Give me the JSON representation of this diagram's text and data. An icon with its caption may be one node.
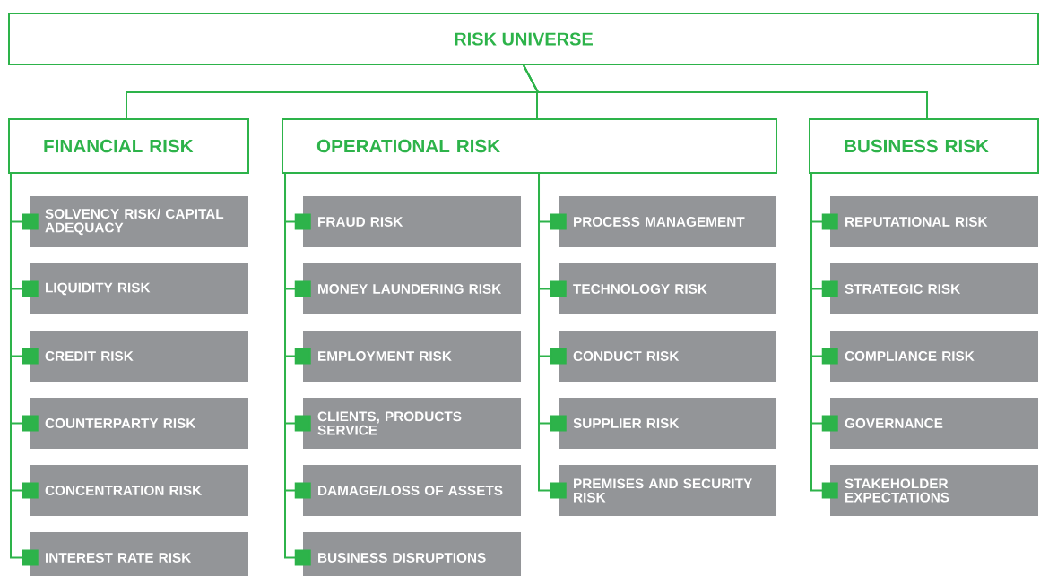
{
  "diagram": {
    "nodes": [
      {
        "text": [
          "RISK UNIVERSE"
        ]
      },
      {
        "text": [
          "FINANCIAL RISK"
        ]
      },
      {
        "text": [
          "SOLVENCY RISK/ CAPITAL ADEQUACY"
        ]
      },
      {
        "text": [
          "LIQUIDITY RISK"
        ]
      },
      {
        "text": [
          "CREDIT RISK"
        ]
      },
      {
        "text": [
          "COUNTERPARTY RISK"
        ]
      },
      {
        "text": [
          "CONCENTRATION RISK"
        ]
      },
      {
        "text": [
          "INTEREST RATE RISK"
        ]
      },
      {
        "text": [
          "OPERATIONAL RISK"
        ]
      },
      {
        "text": [
          "FRAUD RISK"
        ]
      },
      {
        "text": [
          "MONEY LAUNDERING RISK"
        ]
      },
      {
        "text": [
          "EMPLOYMENT RISK"
        ]
      },
      {
        "text": [
          "CLIENTS, PRODUCTS SERVICE"
        ]
      },
      {
        "text": [
          "DAMAGE/LOSS OF ASSETS"
        ]
      },
      {
        "text": [
          "BUSINESS DISRUPTIONS"
        ]
      },
      {
        "text": [
          "PROCESS MANAGEMENT"
        ]
      },
      {
        "text": [
          "TECHNOLOGY RISK"
        ]
      },
      {
        "text": [
          "CONDUCT RISK"
        ]
      },
      {
        "text": [
          "SUPPLIER RISK"
        ]
      },
      {
        "text": [
          "PREMISES AND SECURITY RISK"
        ]
      },
      {
        "text": [
          "BUSINESS RISK"
        ]
      },
      {
        "text": [
          "REPUTATIONAL RISK"
        ]
      },
      {
        "text": [
          "STRATEGIC RISK"
        ]
      },
      {
        "text": [
          "COMPLIANCE RISK"
        ]
      },
      {
        "text": [
          "GOVERNANCE"
        ]
      },
      {
        "text": [
          "STAKEHOLDER EXPECTATIONS"
        ]
      }
    ],
    "edges": [
      {
        "from": 0,
        "to": 1,
        "arrow": "none"
      },
      {
        "from": 0,
        "to": 8,
        "arrow": "none"
      },
      {
        "from": 0,
        "to": 20,
        "arrow": "none"
      },
      {
        "from": 1,
        "to": 2,
        "arrow": "other"
      },
      {
        "from": 1,
        "to": 3,
        "arrow": "other"
      },
      {
        "from": 1,
        "to": 4,
        "arrow": "other"
      },
      {
        "from": 1,
        "to": 5,
        "arrow": "other"
      },
      {
        "from": 1,
        "to": 6,
        "arrow": "other"
      },
      {
        "from": 1,
        "to": 7,
        "arrow": "other"
      },
      {
        "from": 8,
        "to": 9,
        "arrow": "other"
      },
      {
        "from": 8,
        "to": 10,
        "arrow": "other"
      },
      {
        "from": 8,
        "to": 11,
        "arrow": "other"
      },
      {
        "from": 8,
        "to": 12,
        "arrow": "other"
      },
      {
        "from": 8,
        "to": 13,
        "arrow": "other"
      },
      {
        "from": 8,
        "to": 14,
        "arrow": "other"
      },
      {
        "from": 8,
        "to": 15,
        "arrow": "other"
      },
      {
        "from": 8,
        "to": 16,
        "arrow": "other"
      },
      {
        "from": 8,
        "to": 17,
        "arrow": "other"
      },
      {
        "from": 8,
        "to": 18,
        "arrow": "other"
      },
      {
        "from": 8,
        "to": 19,
        "arrow": "other"
      },
      {
        "from": 20,
        "to": 21,
        "arrow": "other"
      },
      {
        "from": 20,
        "to": 22,
        "arrow": "other"
      },
      {
        "from": 20,
        "to": 23,
        "arrow": "other"
      },
      {
        "from": 20,
        "to": 24,
        "arrow": "other"
      },
      {
        "from": 20,
        "to": 25,
        "arrow": "other"
      }
    ]
  }
}
